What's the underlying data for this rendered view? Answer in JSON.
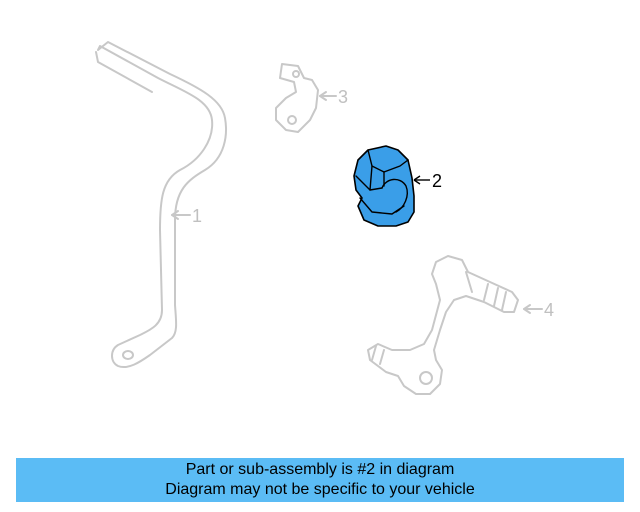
{
  "diagram": {
    "callouts": [
      {
        "id": "1",
        "label": "1"
      },
      {
        "id": "2",
        "label": "2"
      },
      {
        "id": "3",
        "label": "3"
      },
      {
        "id": "4",
        "label": "4"
      }
    ],
    "highlighted_part": "2",
    "colors": {
      "highlight": "#3a9ee8",
      "ghost": "#c8c8c8",
      "banner": "#5bbcf5"
    }
  },
  "banner": {
    "line1": "Part or sub-assembly is #2 in diagram",
    "line2": "Diagram may not be specific to your vehicle"
  }
}
